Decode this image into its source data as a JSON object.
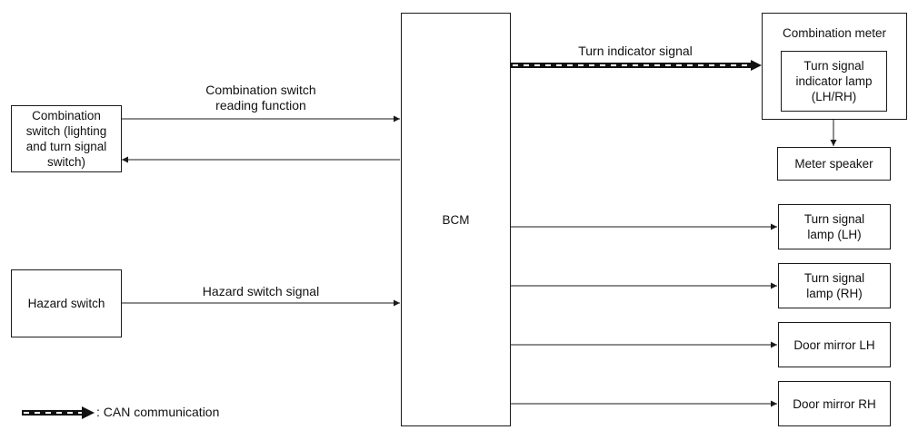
{
  "blocks": {
    "bcm": "BCM",
    "combination_switch": "Combination\nswitch (lighting\nand turn signal\nswitch)",
    "hazard_switch": "Hazard switch",
    "combination_meter": "Combination meter",
    "turn_signal_indicator_lamp": "Turn signal\nindicator lamp\n(LH/RH)",
    "meter_speaker": "Meter speaker",
    "turn_signal_lamp_lh": "Turn signal\nlamp (LH)",
    "turn_signal_lamp_rh": "Turn signal\nlamp (RH)",
    "door_mirror_lh": "Door mirror LH",
    "door_mirror_rh": "Door mirror RH"
  },
  "signals": {
    "combination_switch_reading": "Combination switch\nreading function",
    "hazard_switch_signal": "Hazard switch signal",
    "turn_indicator_signal": "Turn indicator signal"
  },
  "legend": {
    "can_communication": ": CAN communication"
  },
  "colors": {
    "line": "#1a1a1a",
    "background": "#ffffff"
  }
}
